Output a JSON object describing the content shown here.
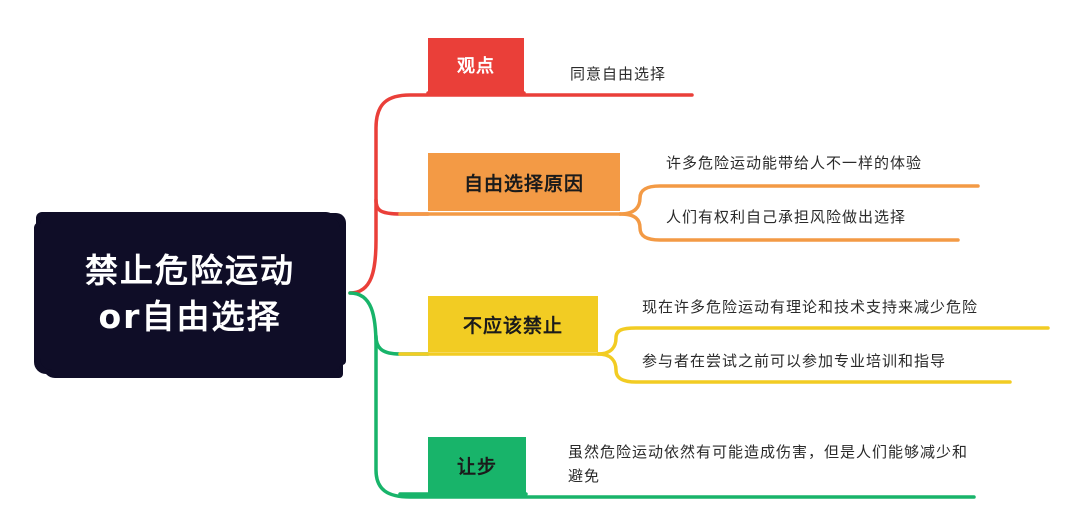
{
  "central": {
    "line1": "禁止危险运动",
    "line2": "or自由选择"
  },
  "branches": [
    {
      "label": "观点",
      "color": "#ea3f39",
      "children": [
        "同意自由选择"
      ]
    },
    {
      "label": "自由选择原因",
      "color": "#f39a45",
      "children": [
        "许多危险运动能带给人不一样的体验",
        "人们有权利自己承担风险做出选择"
      ]
    },
    {
      "label": "不应该禁止",
      "color": "#f2cc23",
      "children": [
        "现在许多危险运动有理论和技术支持来减少危险",
        "参与者在尝试之前可以参加专业培训和指导"
      ]
    },
    {
      "label": "让步",
      "color": "#18b46a",
      "children": [
        "虽然危险运动依然有可能造成伤害，但是人们能够减少和避免"
      ]
    }
  ]
}
